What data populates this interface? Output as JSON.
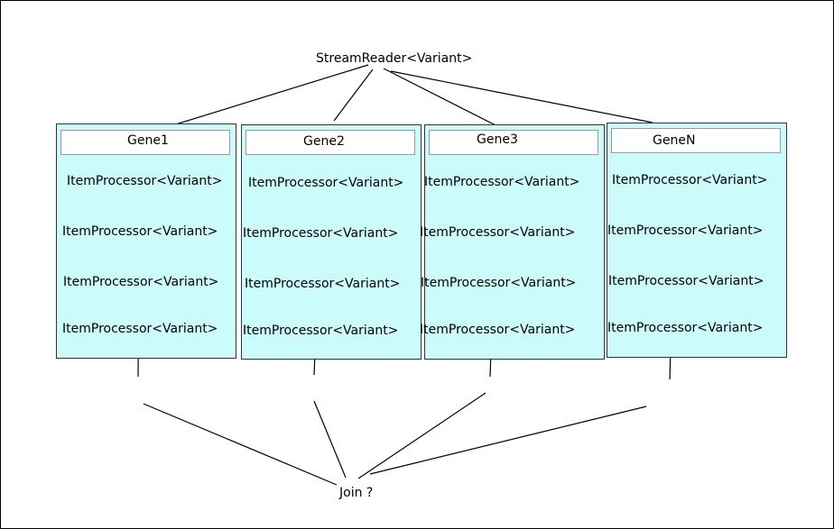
{
  "source": {
    "label": "StreamReader<Variant>"
  },
  "genes": [
    {
      "name": "Gene1",
      "processors": [
        "ItemProcessor<Variant>",
        "ItemProcessor<Variant>",
        "ItemProcessor<Variant>",
        "ItemProcessor<Variant>"
      ]
    },
    {
      "name": "Gene2",
      "processors": [
        "ItemProcessor<Variant>",
        "ItemProcessor<Variant>",
        "ItemProcessor<Variant>",
        "ItemProcessor<Variant>"
      ]
    },
    {
      "name": "Gene3",
      "processors": [
        "ItemProcessor<Variant>",
        "ItemProcessor<Variant>",
        "ItemProcessor<Variant>",
        "ItemProcessor<Variant>"
      ]
    },
    {
      "name": "GeneN",
      "processors": [
        "ItemProcessor<Variant>",
        "ItemProcessor<Variant>",
        "ItemProcessor<Variant>",
        "ItemProcessor<Variant>"
      ]
    }
  ],
  "sink": {
    "label": "Join ?"
  },
  "colors": {
    "box_fill": "#ccfbfb",
    "box_border": "#333333",
    "header_fill": "#ffffff",
    "line": "#000000"
  }
}
